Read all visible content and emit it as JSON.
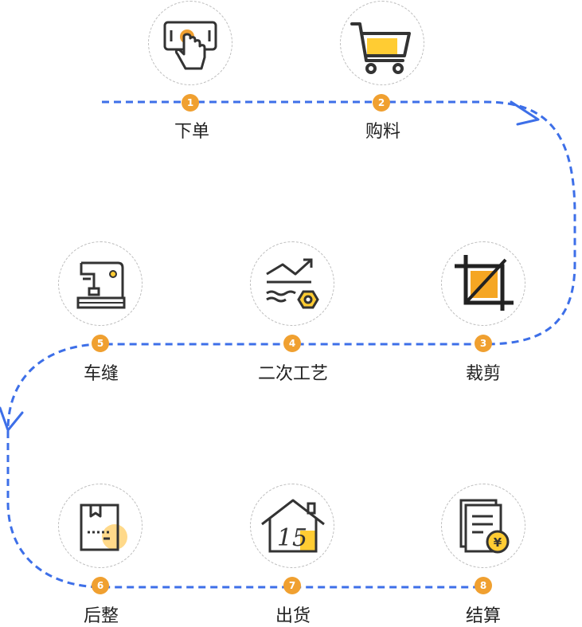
{
  "colors": {
    "flow_line": "#3d6fe8",
    "badge": "#f0a030",
    "icon_accent": "#ffcc33",
    "icon_stroke": "#333333",
    "circle_border": "#bdbdbd"
  },
  "steps": [
    {
      "number": "1",
      "label": "下单",
      "icon": "smartphone-tap-icon"
    },
    {
      "number": "2",
      "label": "购料",
      "icon": "shopping-cart-icon"
    },
    {
      "number": "3",
      "label": "裁剪",
      "icon": "crop-icon"
    },
    {
      "number": "4",
      "label": "二次工艺",
      "icon": "process-trend-icon"
    },
    {
      "number": "5",
      "label": "车缝",
      "icon": "sewing-machine-icon"
    },
    {
      "number": "6",
      "label": "后整",
      "icon": "package-box-icon"
    },
    {
      "number": "7",
      "label": "出货",
      "icon": "warehouse-house-icon"
    },
    {
      "number": "8",
      "label": "结算",
      "icon": "invoice-yuan-icon"
    }
  ]
}
